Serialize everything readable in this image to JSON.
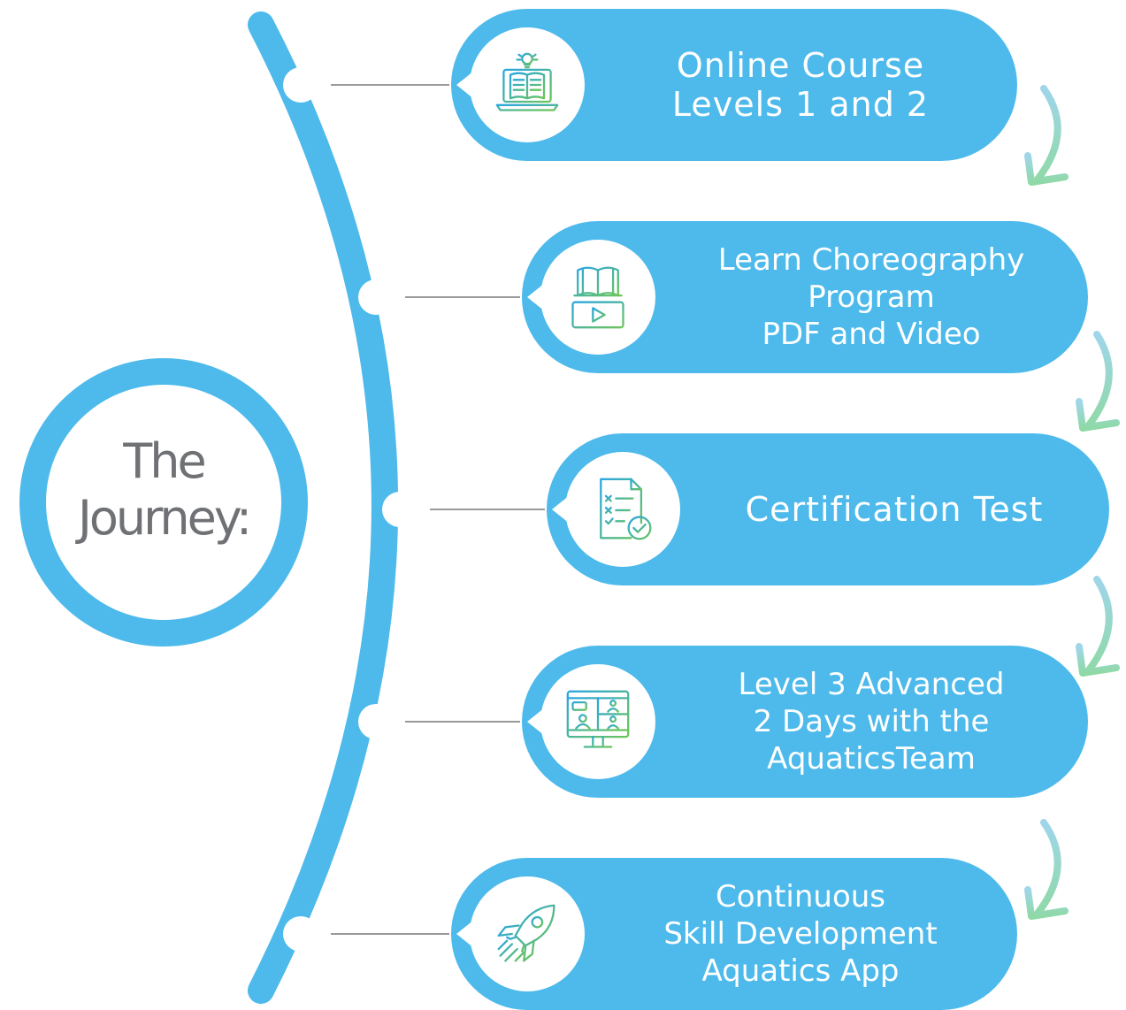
{
  "hub": {
    "lines": [
      "The",
      "Journey:"
    ]
  },
  "colors": {
    "accent": "#4dbaeb",
    "hub_text": "#6f7174",
    "connector": "#9a9a9a",
    "icon_gradient_start": "#2aa6e0",
    "icon_gradient_end": "#6cc55a",
    "arrow_start": "#9fd6ea",
    "arrow_end": "#8fd9a6"
  },
  "steps": [
    {
      "lines": [
        "Online Course",
        "Levels 1 and 2"
      ],
      "icon": "laptop-book-lightbulb-icon"
    },
    {
      "lines": [
        "Learn Choreography",
        "Program",
        "PDF and Video"
      ],
      "icon": "book-video-icon"
    },
    {
      "lines": [
        "Certification Test"
      ],
      "icon": "checklist-document-icon"
    },
    {
      "lines": [
        "Level 3 Advanced",
        "2 Days with the",
        "AquaticsTeam"
      ],
      "icon": "video-conference-monitor-icon"
    },
    {
      "lines": [
        "Continuous",
        "Skill Development",
        "Aquatics App"
      ],
      "icon": "rocket-icon"
    }
  ]
}
